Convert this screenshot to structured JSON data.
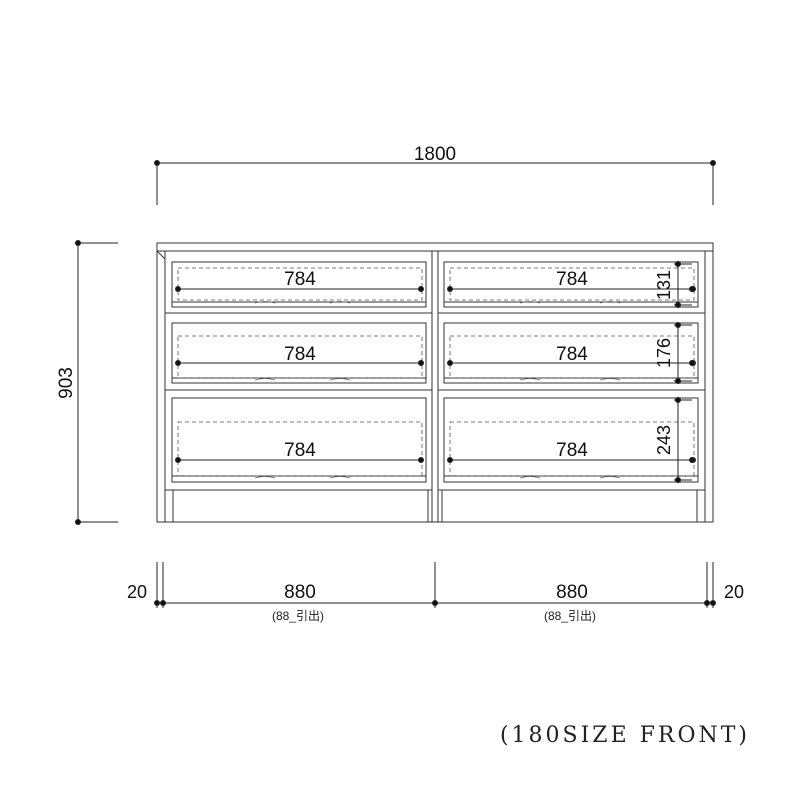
{
  "overall_width": "1800",
  "overall_height": "903",
  "drawer_width_label": "784",
  "drawer_heights": {
    "top": "131",
    "middle": "176",
    "bottom": "243"
  },
  "bottom_dims": {
    "left_side": "20",
    "right_side": "20",
    "left_bay": "880",
    "right_bay": "880",
    "left_note": "(88_引出)",
    "right_note": "(88_引出)"
  },
  "caption": "(180SIZE FRONT)",
  "colors": {
    "line": "#333333",
    "dashed": "#555555",
    "text": "#111111"
  }
}
